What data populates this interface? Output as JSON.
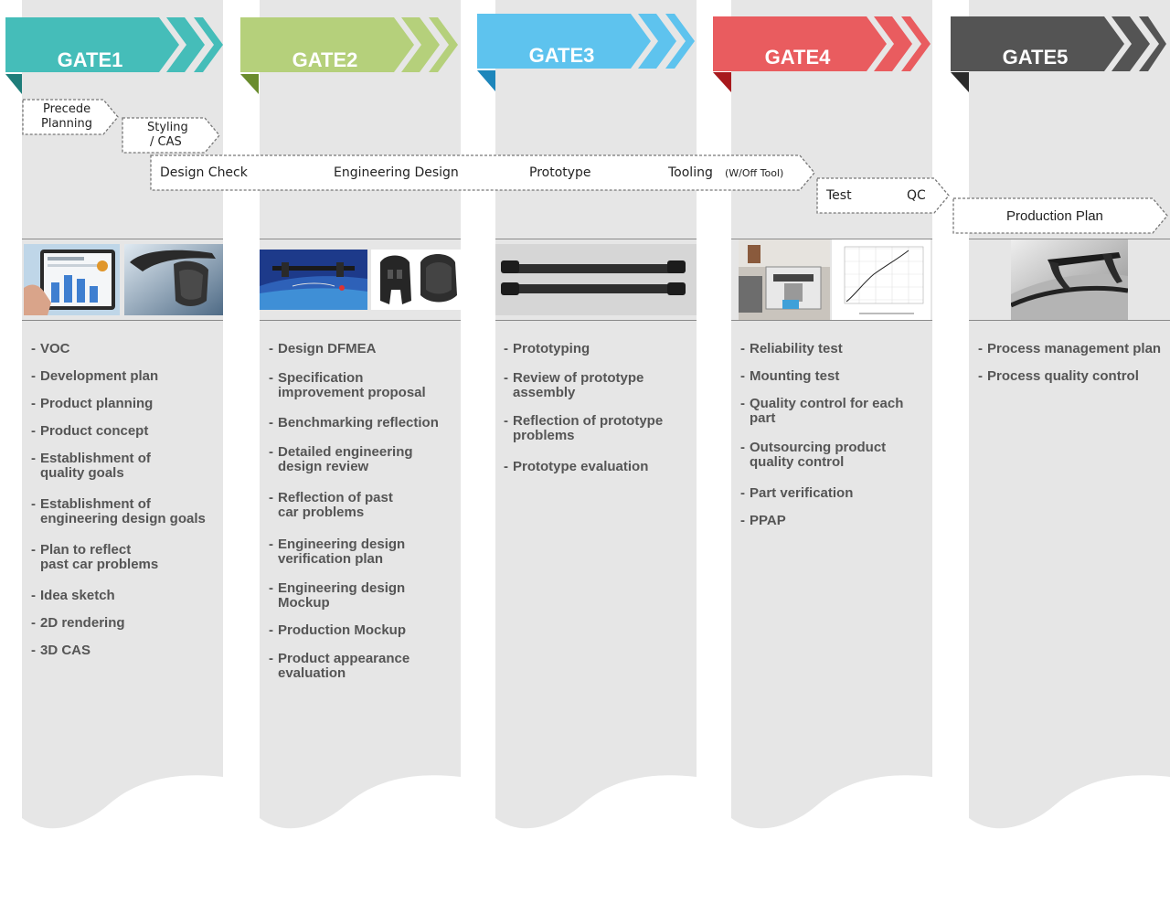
{
  "gates": [
    {
      "label": "GATE1",
      "color": "#45bdb9",
      "dark": "#1e7d7a"
    },
    {
      "label": "GATE2",
      "color": "#b5d07b",
      "dark": "#6a8c2d"
    },
    {
      "label": "GATE3",
      "color": "#5ec3ee",
      "dark": "#1d86bb"
    },
    {
      "label": "GATE4",
      "color": "#e95c5f",
      "dark": "#a8191d"
    },
    {
      "label": "GATE5",
      "color": "#545454",
      "dark": "#2b2b2b"
    }
  ],
  "stages": {
    "precede_line1": "Precede",
    "precede_line2": "Planning",
    "styling_line1": "Styling",
    "styling_line2": "/ CAS",
    "design_check": "Design  Check",
    "engineering_design": "Engineering  Design",
    "prototype": "Prototype",
    "tooling": "Tooling",
    "tooling_note": "(W/Off  Tool)",
    "test": "Test",
    "qc": "QC",
    "production_plan": "Production Plan"
  },
  "tasks": {
    "gate1": [
      "VOC",
      "Development plan",
      "Product planning",
      "Product concept",
      "Establishment of|quality goals",
      "Establishment of|engineering design goals",
      "Plan to reflect|past car problems",
      "Idea sketch",
      "2D rendering",
      "3D CAS"
    ],
    "gate2": [
      "Design DFMEA",
      "Specification|improvement proposal",
      "Benchmarking reflection",
      "Detailed engineering|design review",
      "Reflection of past|car problems",
      "Engineering design|verification plan",
      "Engineering design Mockup",
      "Production Mockup",
      "Product appearance|evaluation"
    ],
    "gate3": [
      "Prototyping",
      "Review of prototype|assembly",
      "Reflection of prototype|problems",
      "Prototype evaluation"
    ],
    "gate4": [
      "Reliability test",
      "Mounting test",
      "Quality control for each part",
      "Outsourcing product|quality control",
      "Part verification",
      "PPAP"
    ],
    "gate5": [
      "Process management plan",
      "Process quality control"
    ]
  }
}
